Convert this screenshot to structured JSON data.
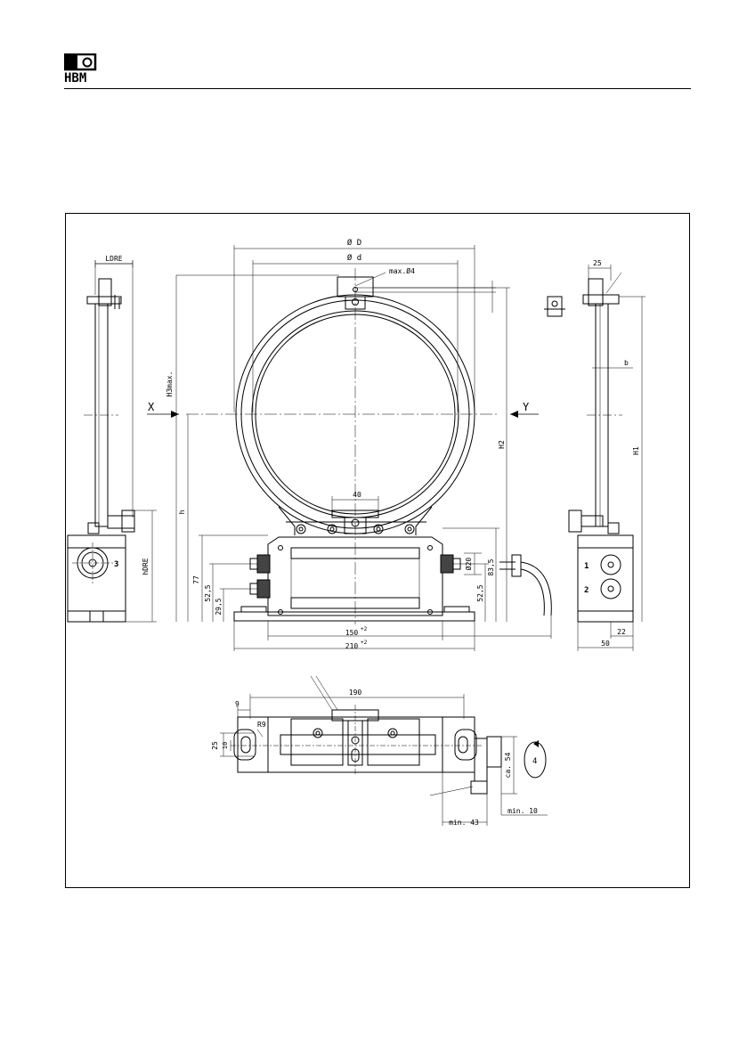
{
  "header": {
    "logo_text": "HBM"
  },
  "drawing": {
    "front_view": {
      "diam_D": "Ø D",
      "diam_d": "Ø d",
      "max_hole": "max.Ø4",
      "h3_label": "H3max.",
      "x_arrow": "X",
      "y_arrow": "Y",
      "h2_label": "H2",
      "h_label": "h",
      "dim_40": "40",
      "dim_77": "77",
      "dim_52_5_left": "52,5",
      "dim_29_5": "29,5",
      "dim_phi20": "Ø20",
      "dim_52_5_right": "52,5",
      "dim_83_5": "83,5",
      "dim_150": "150",
      "dim_150_tol": "+2",
      "dim_210": "210",
      "dim_210_tol": "+2"
    },
    "left_view": {
      "ldre": "LDRE",
      "hdre": "hDRE",
      "connector_num": "3"
    },
    "right_view": {
      "dim_25": "25",
      "dim_b": "b",
      "h1_label": "H1",
      "connector_1": "1",
      "connector_2": "2",
      "dim_22": "22",
      "dim_50": "50"
    },
    "top_view": {
      "dim_190": "190",
      "dim_9": "9",
      "r9": "R9",
      "dim_25": "25",
      "dim_10": "10",
      "ca54": "ca. 54",
      "rotation_num": "4",
      "min43": "min. 43",
      "min10": "min. 10"
    }
  }
}
